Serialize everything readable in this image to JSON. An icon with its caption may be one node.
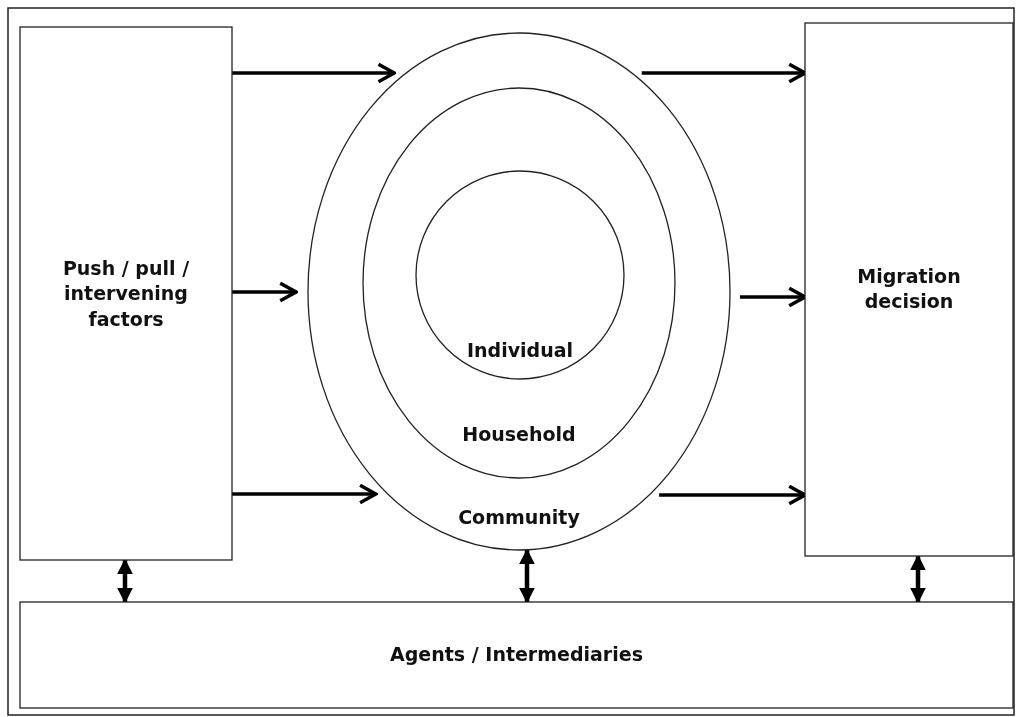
{
  "diagram": {
    "nodes": [
      {
        "text": [
          "Push / pull / intervening factors"
        ]
      },
      {
        "text": [
          "Community"
        ]
      },
      {
        "text": [
          "Household"
        ],
        "in": 1
      },
      {
        "text": [
          "Individual"
        ],
        "in": 2
      },
      {
        "text": [
          "Migration decision"
        ]
      },
      {
        "text": [
          "Agents / Intermediaries"
        ]
      }
    ],
    "edges": [
      {
        "from": 0,
        "to": 1,
        "arrow": "to"
      },
      {
        "from": 0,
        "to": 1,
        "arrow": "to"
      },
      {
        "from": 0,
        "to": 1,
        "arrow": "to"
      },
      {
        "from": 1,
        "to": 4,
        "arrow": "to"
      },
      {
        "from": 1,
        "to": 4,
        "arrow": "to"
      },
      {
        "from": 1,
        "to": 4,
        "arrow": "to"
      },
      {
        "from": 0,
        "to": 5,
        "arrow": "both"
      },
      {
        "from": 1,
        "to": 5,
        "arrow": "both"
      },
      {
        "from": 4,
        "to": 5,
        "arrow": "both"
      }
    ]
  }
}
